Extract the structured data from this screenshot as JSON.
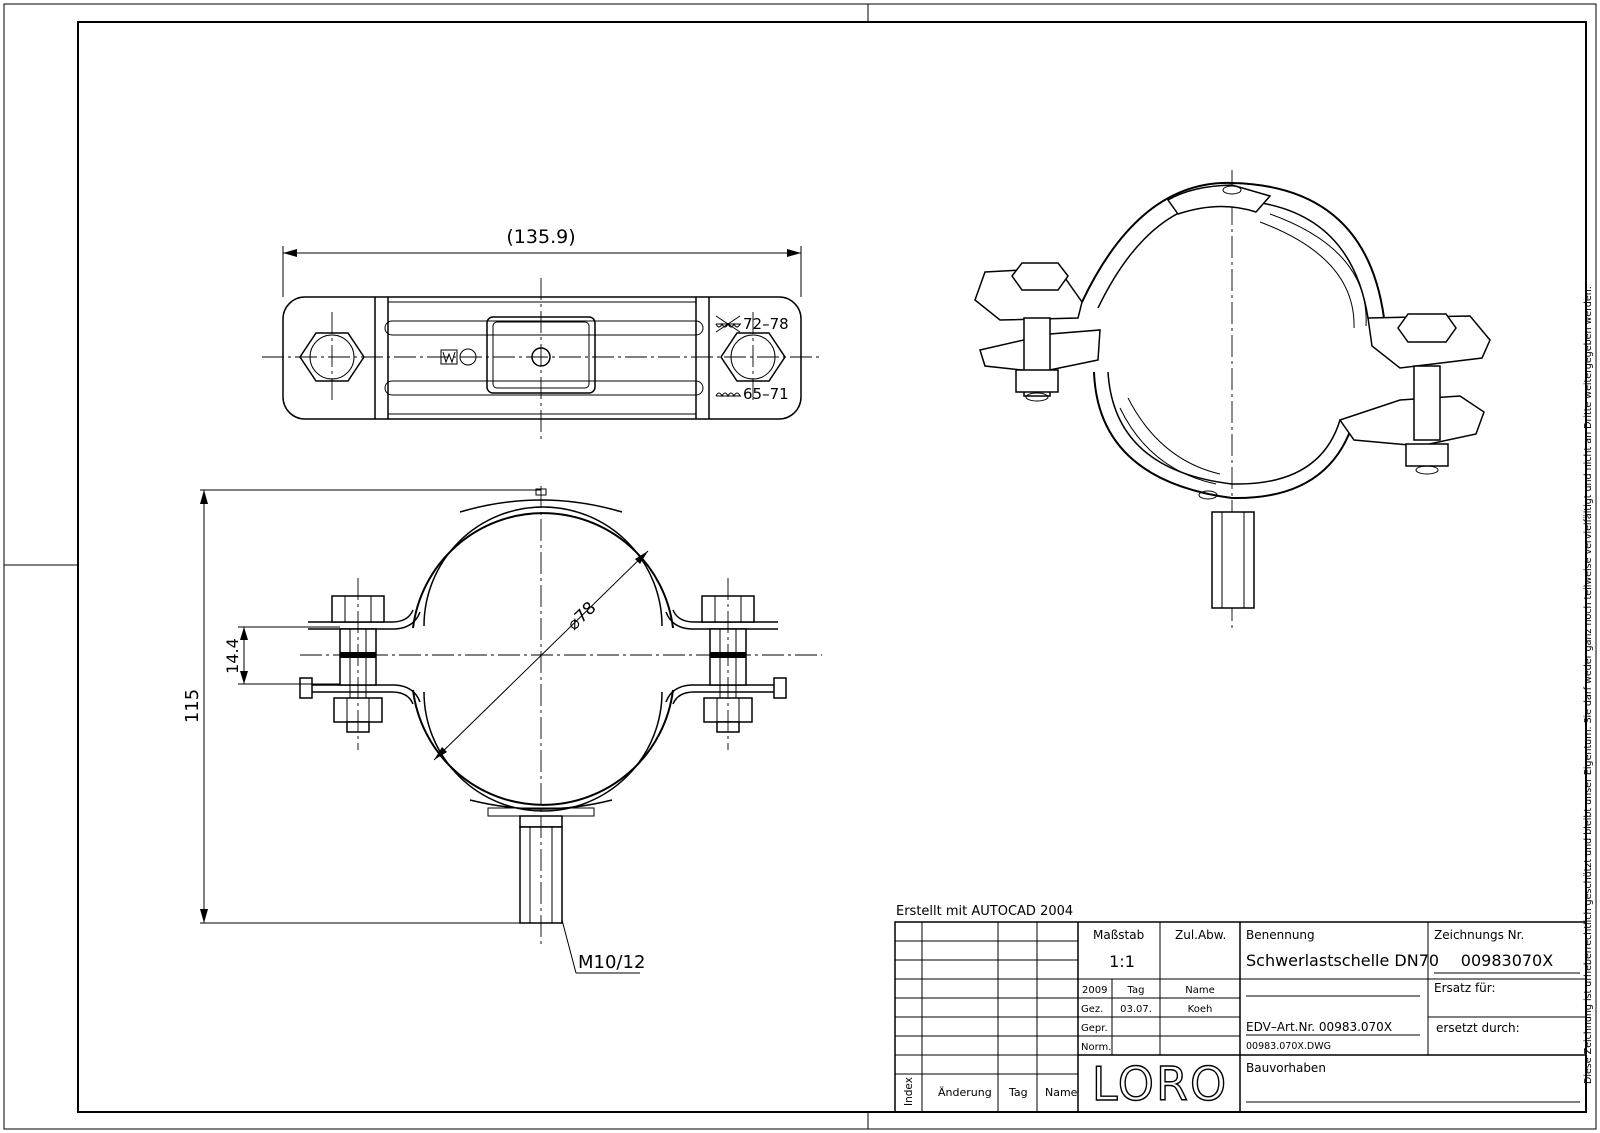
{
  "drawing": {
    "top_view": {
      "width_dim": "(135.9)",
      "range_upper": "72–78",
      "range_lower": "65–71"
    },
    "front_view": {
      "height_dim": "115",
      "offset_dim": "14.4",
      "diameter_dim": "⌀78",
      "thread_label": "M10/12"
    },
    "created_note": "Erstellt mit AUTOCAD 2004",
    "copyright_note": "Diese Zeichnung ist urheberrechtlich geschützt und bleibt unser Eigentum. Sie darf weder ganz noch teilweise vervielfältigt und nicht an Dritte weitergegeben werden."
  },
  "title_block": {
    "massstab_label": "Maßstab",
    "massstab_value": "1:1",
    "zul_abw_label": "Zul.Abw.",
    "benennung_label": "Benennung",
    "benennung_value": "Schwerlastschelle DN70",
    "zeichnungs_nr_label": "Zeichnungs Nr.",
    "zeichnungs_nr_value": "00983070X",
    "year": "2009",
    "tag_label": "Tag",
    "name_label": "Name",
    "gez_label": "Gez.",
    "gez_tag": "03.07.",
    "gez_name": "Koeh",
    "gepr_label": "Gepr.",
    "norm_label": "Norm.",
    "ersatz_fuer_label": "Ersatz für:",
    "ersetzt_durch_label": "ersetzt durch:",
    "edv_art_nr": "EDV–Art.Nr. 00983.070X",
    "dwg_file": "00983.070X.DWG",
    "bauvorhaben_label": "Bauvorhaben",
    "index_label": "Index",
    "aenderung_label": "Änderung",
    "rev_tag_label": "Tag",
    "rev_name_label": "Name",
    "logo_text": "LORO"
  }
}
